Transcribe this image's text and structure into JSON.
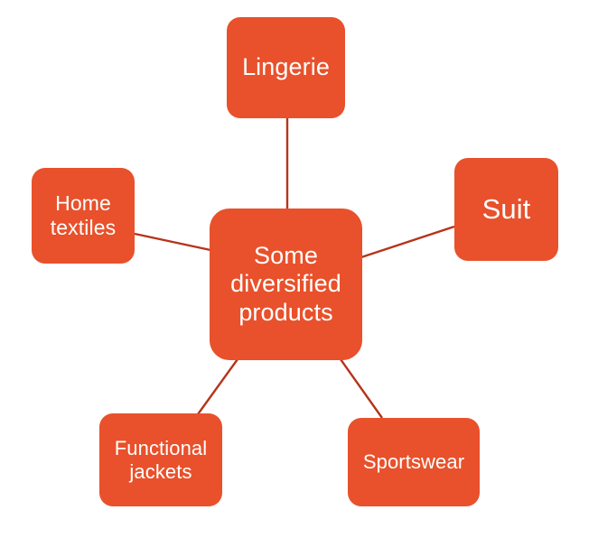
{
  "diagram": {
    "type": "hub-and-spoke",
    "title": "Some diversified products",
    "background_color": "#FFFFFF",
    "node_fill_color": "#E8512B",
    "node_text_color": "#FFFFFF",
    "connector_color": "#B5341B",
    "center": {
      "id": "center",
      "label": "Some\ndiversified\nproducts"
    },
    "spokes": [
      {
        "id": "lingerie",
        "label": "Lingerie"
      },
      {
        "id": "suit",
        "label": "Suit"
      },
      {
        "id": "sportswear",
        "label": "Sportswear"
      },
      {
        "id": "functional-jackets",
        "label": "Functional\njackets"
      },
      {
        "id": "home-textiles",
        "label": "Home\ntextiles"
      }
    ]
  }
}
